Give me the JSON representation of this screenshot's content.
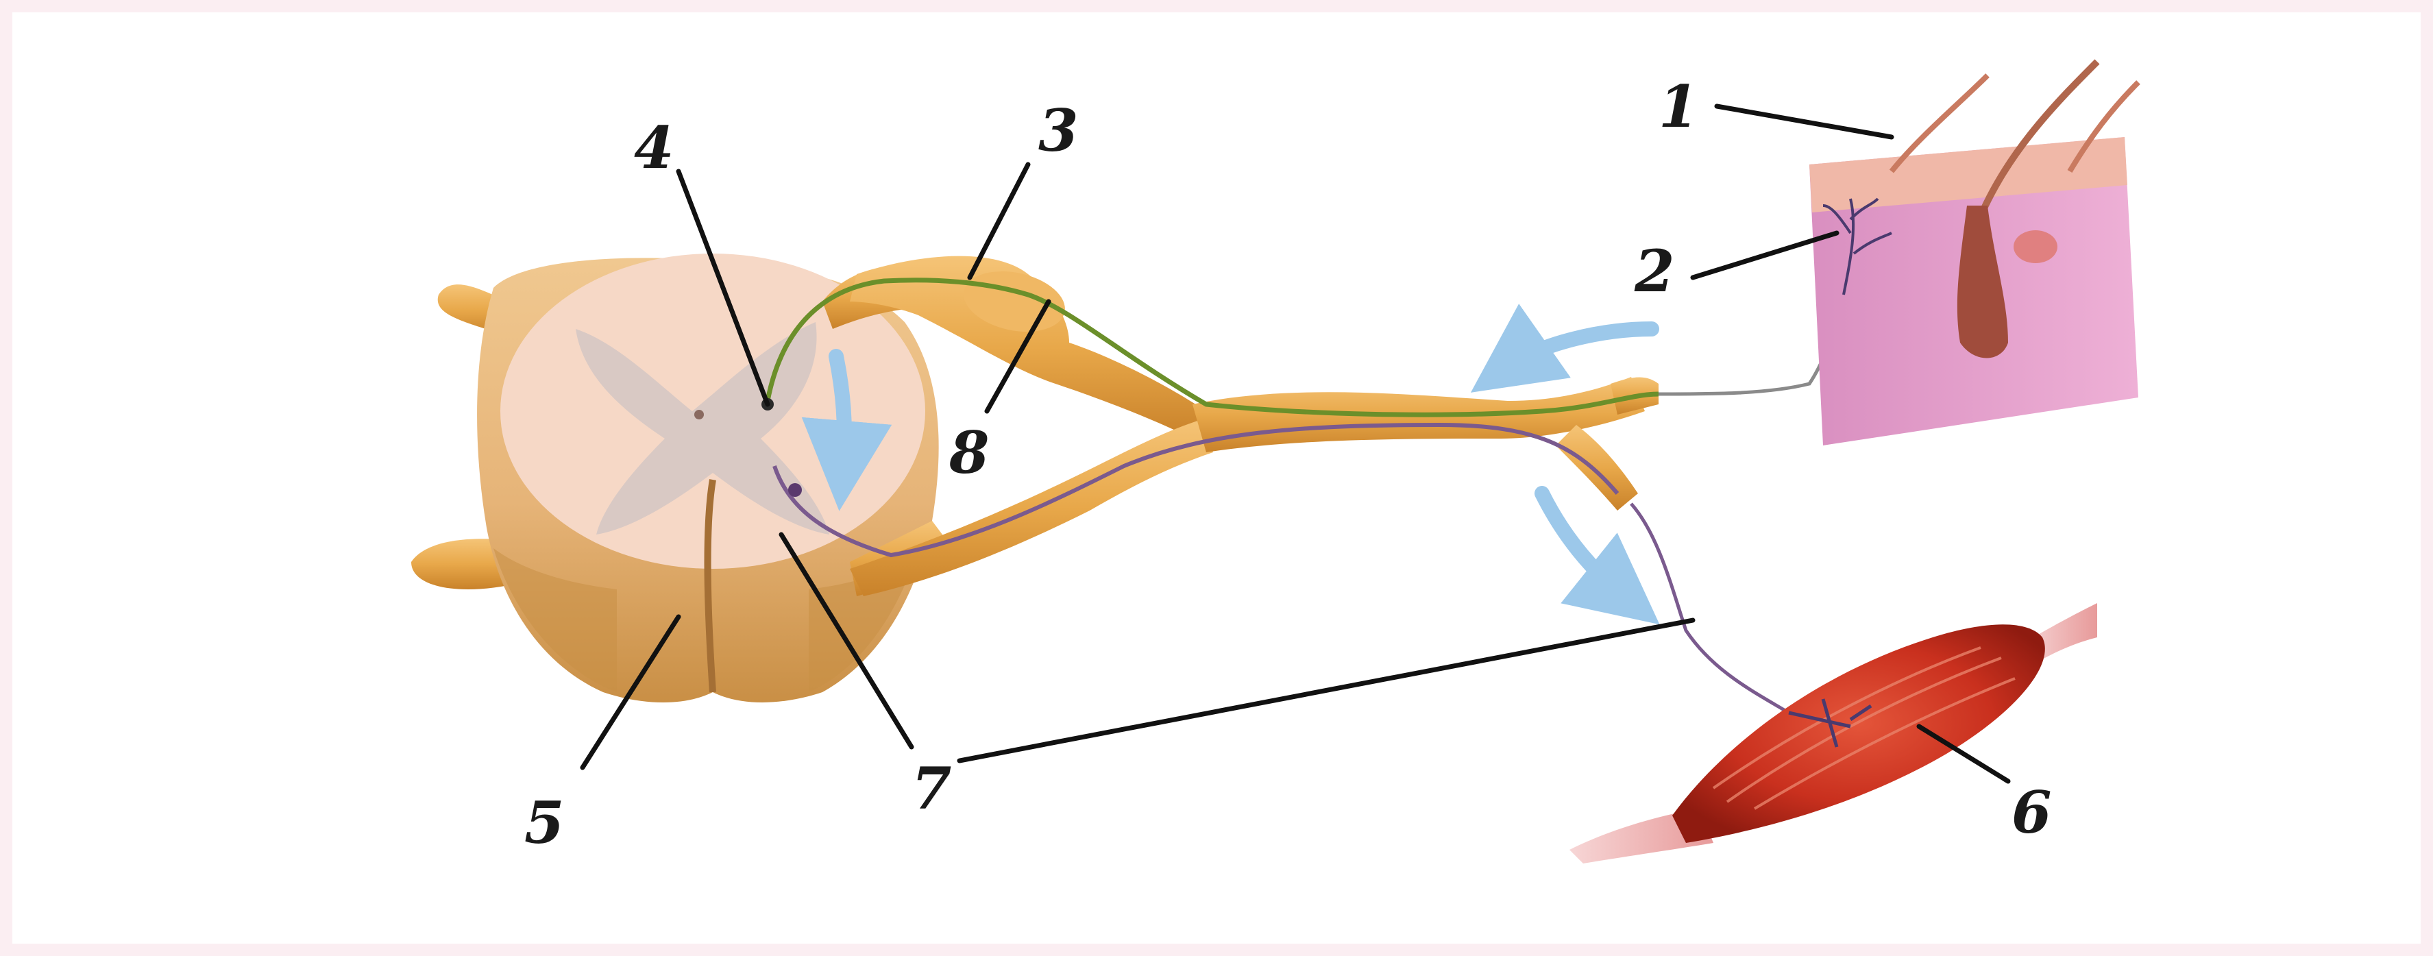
{
  "labels": {
    "l1": "1",
    "l2": "2",
    "l3": "3",
    "l4": "4",
    "l5": "5",
    "l6": "6",
    "l7": "7",
    "l8": "8"
  },
  "colors": {
    "frame": "#fbeef2",
    "canvas": "#ffffff",
    "nerve": "#e8a84a",
    "nerve_dark": "#c9822a",
    "spinal_cord": "#e6b478",
    "gray_matter": "#d9c9c4",
    "skin": "#e6a2cc",
    "skin_top": "#f0b8a8",
    "muscle": "#c9301e",
    "arrow": "#9cc8ea",
    "sensory_fiber": "#6b8f2a",
    "motor_fiber": "#7a5a8e"
  },
  "icons": {
    "flow_arrows": "curved-arrow-icon"
  }
}
